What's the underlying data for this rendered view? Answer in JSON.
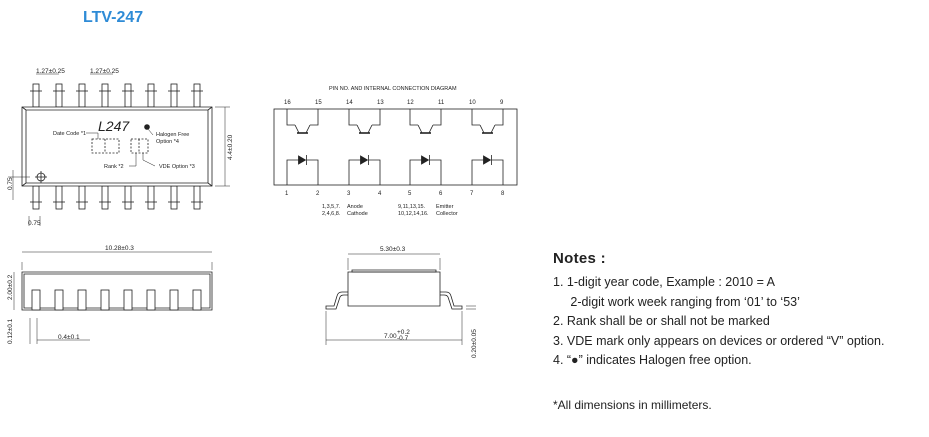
{
  "title": "LTV-247",
  "top_view": {
    "pitch_1": "1.27±0.25",
    "pitch_2": "1.27±0.25",
    "marking": "L247",
    "date_code": "Date Code *1",
    "halogen_free": "Halogen Free",
    "halogen_option": "Option *4",
    "rank": "Rank *2",
    "vde_option": "VDE Option *3",
    "height": "4.4±0.20",
    "pin_offset": "0.75",
    "pin_offset_bottom": "0.75"
  },
  "pin_diagram": {
    "title": "PIN NO. AND INTERNAL CONNECTION DIAGRAM",
    "top_pins": [
      "16",
      "15",
      "14",
      "13",
      "12",
      "11",
      "10",
      "9"
    ],
    "bottom_pins": [
      "1",
      "2",
      "3",
      "4",
      "5",
      "6",
      "7",
      "8"
    ],
    "legend": [
      {
        "pins": "1,3,5,7.",
        "name": "Anode"
      },
      {
        "pins": "2,4,6,8.",
        "name": "Cathode"
      },
      {
        "pins": "9,11,13,15.",
        "name": "Emitter"
      },
      {
        "pins": "10,12,14,16.",
        "name": "Collector"
      }
    ]
  },
  "side_view": {
    "length": "10.28±0.3",
    "body_height": "2.00±0.2",
    "standoff": "0.12±0.1",
    "lead_width": "0.4±0.1"
  },
  "end_view": {
    "width": "5.30±0.3",
    "overall_main": "7.00",
    "overall_plus": "+0.2",
    "overall_minus": "-0.7",
    "lead_thickness": "0.20±0.05"
  },
  "notes": {
    "heading": "Notes :",
    "items": [
      "1. 1-digit year code, Example : 2010 = A",
      "     2-digit work week ranging from ‘01’ to ‘53’",
      "2. Rank shall be or shall not be marked",
      "3. VDE mark only appears on devices or ordered “V” option.",
      "4. “●” indicates Halogen free option."
    ],
    "footnote": "*All dimensions in millimeters."
  }
}
